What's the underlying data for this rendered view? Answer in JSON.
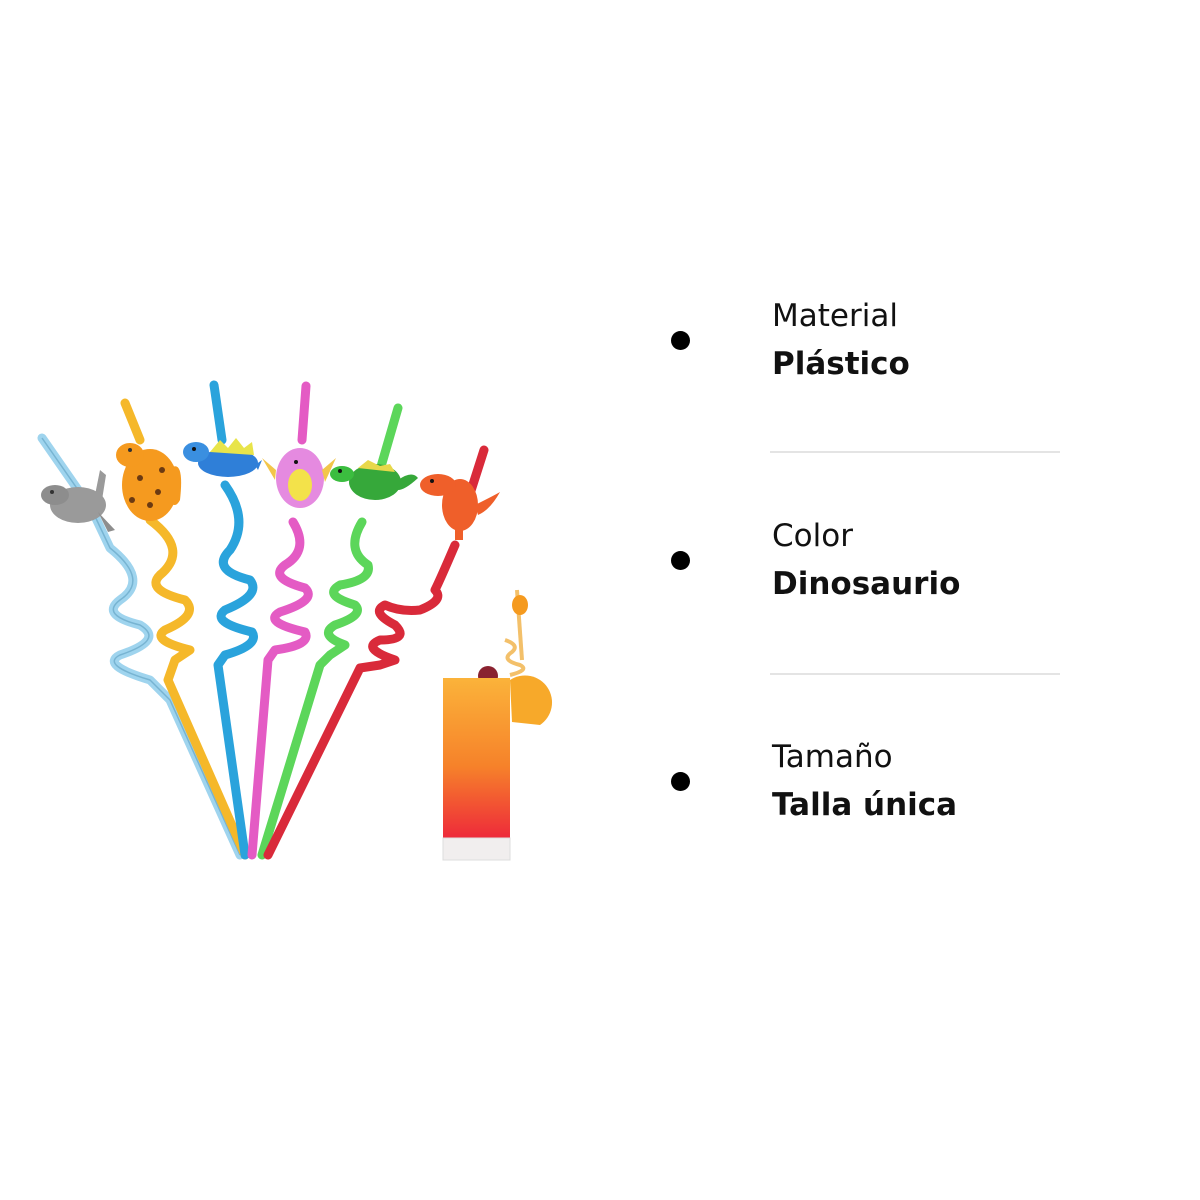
{
  "product_image": {
    "description": "Six reusable dinosaur crazy straws with a drink glass",
    "straws": [
      {
        "color": "light-blue",
        "hex": "#9fd4ee",
        "topper": "grey-dinosaur",
        "topper_hex": "#9a9a9a"
      },
      {
        "color": "yellow",
        "hex": "#f5b82a",
        "topper": "orange-spotted-dinosaur",
        "topper_hex": "#f59a1f"
      },
      {
        "color": "blue",
        "hex": "#2aa3dc",
        "topper": "blue-stegosaurus",
        "topper_hex": "#2f7fd8"
      },
      {
        "color": "pink",
        "hex": "#e45bc4",
        "topper": "pink-dragon",
        "topper_hex": "#e58ae0"
      },
      {
        "color": "green",
        "hex": "#5cd65a",
        "topper": "green-stegosaurus",
        "topper_hex": "#36a83a"
      },
      {
        "color": "red",
        "hex": "#d92a3a",
        "topper": "orange-t-rex",
        "topper_hex": "#ef5f2a"
      }
    ],
    "glass": {
      "drink": "orange-red gradient",
      "garnish": "orange slice and cherry"
    }
  },
  "specs": [
    {
      "label": "Material",
      "value": "Plástico"
    },
    {
      "label": "Color",
      "value": "Dinosaurio"
    },
    {
      "label": "Tamaño",
      "value": "Talla única"
    }
  ],
  "colors": {
    "text": "#111111",
    "bullet": "#000000",
    "divider": "#e4e4e4",
    "background": "#ffffff"
  }
}
